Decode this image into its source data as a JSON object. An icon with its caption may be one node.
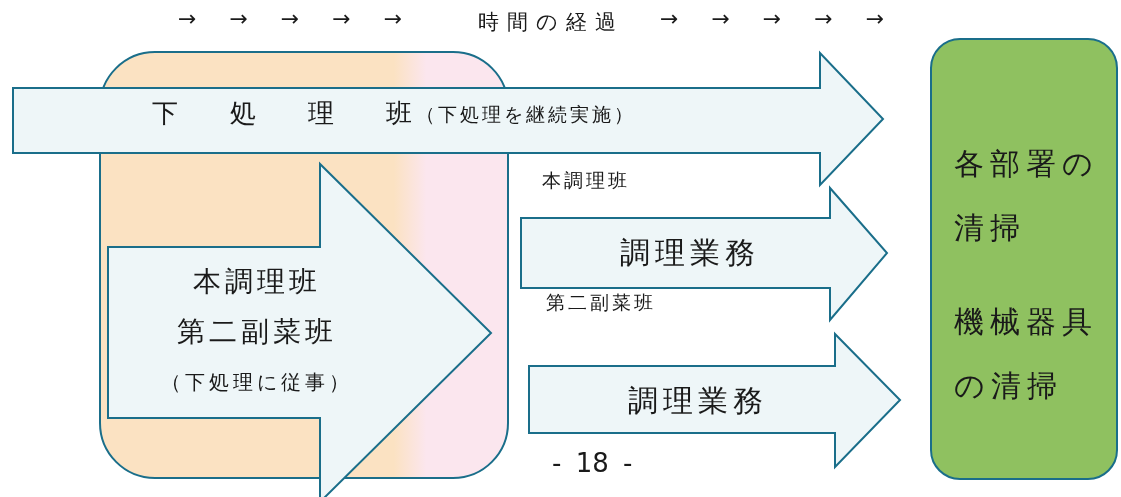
{
  "diagram": {
    "nodes": [
      {
        "text": [
          "下処理班",
          "（下処理を継続実施）"
        ]
      },
      {
        "text": [
          "本調理班",
          "第二副菜班",
          "（下処理に従事）"
        ]
      },
      {
        "text": [
          "調理業務"
        ]
      },
      {
        "text": [
          "調理業務"
        ]
      },
      {
        "text": [
          "各部署の清掃",
          "機械器具の清掃"
        ]
      }
    ],
    "labels": [
      "→ → → → →",
      "時間の経過",
      "→ → → → →",
      "本調理班",
      "第二副菜班",
      "- 18 -"
    ]
  }
}
